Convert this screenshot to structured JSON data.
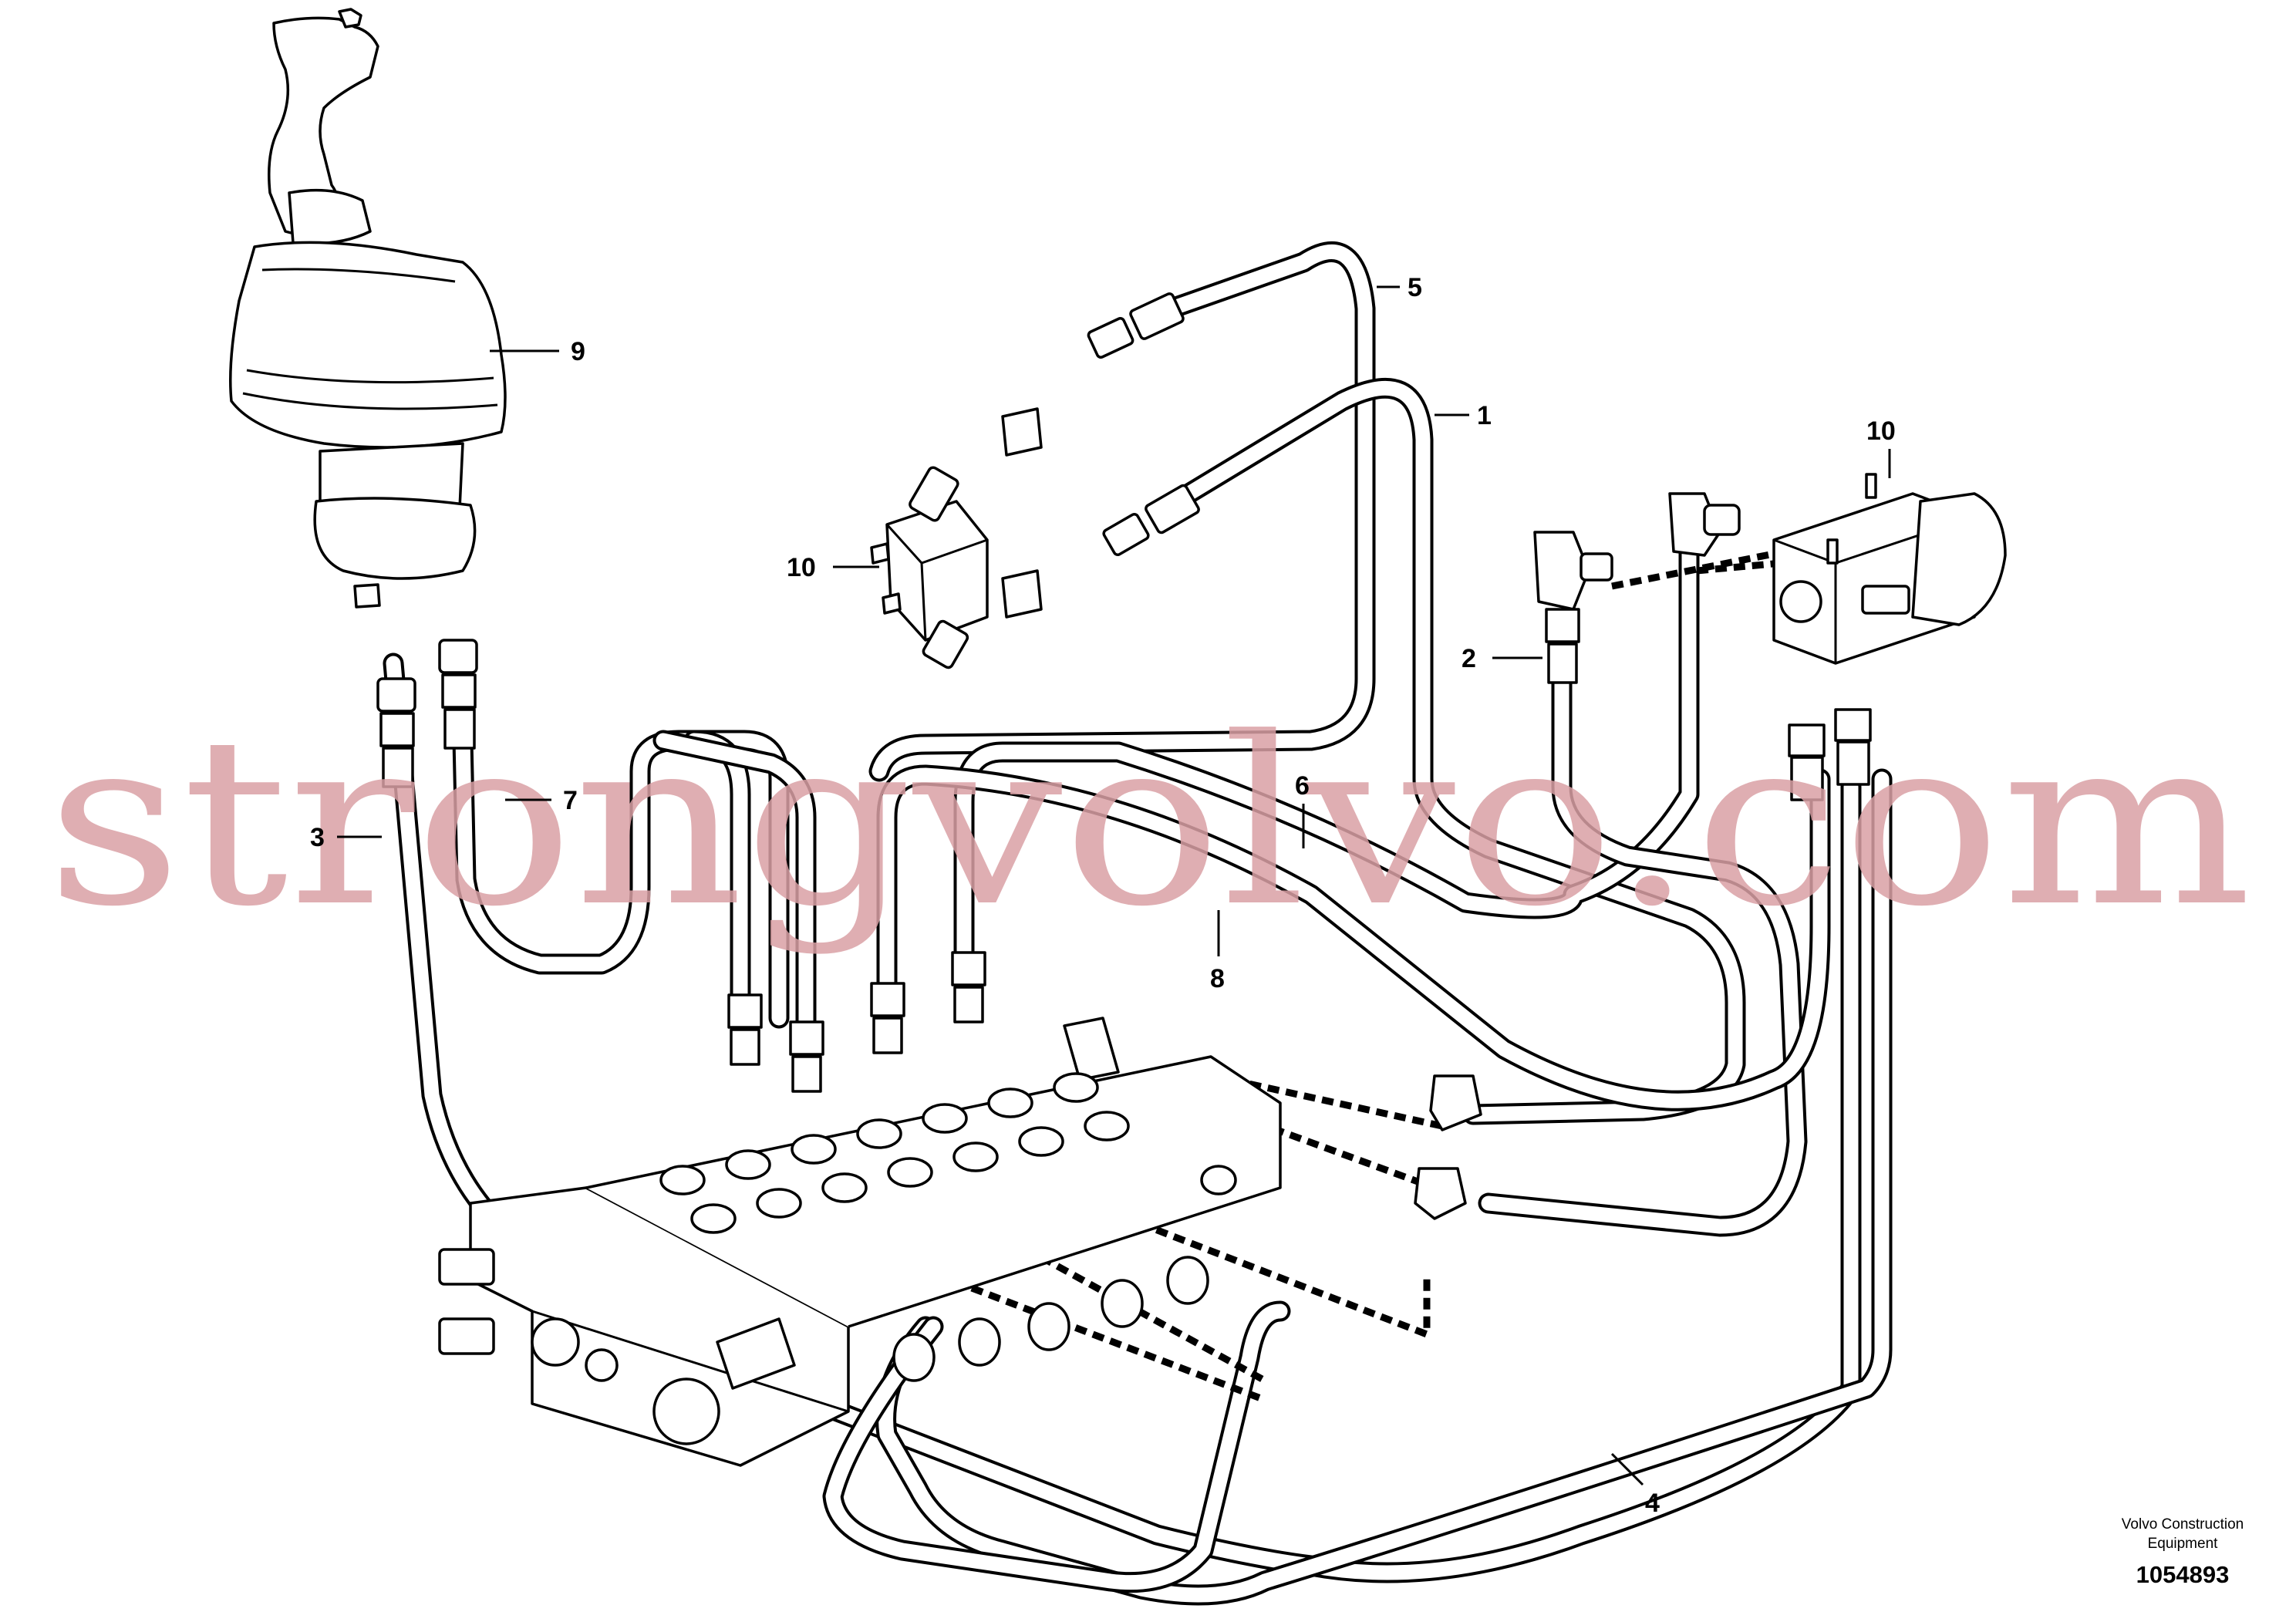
{
  "callouts": {
    "c1": "1",
    "c2": "2",
    "c3": "3",
    "c4": "4",
    "c5": "5",
    "c6": "6",
    "c7": "7",
    "c8": "8",
    "c9": "9",
    "c10a": "10",
    "c10b": "10"
  },
  "watermark": "strongvolvo.com",
  "brand": {
    "line1": "Volvo Construction",
    "line2": "Equipment"
  },
  "drawing_number": "1054893"
}
